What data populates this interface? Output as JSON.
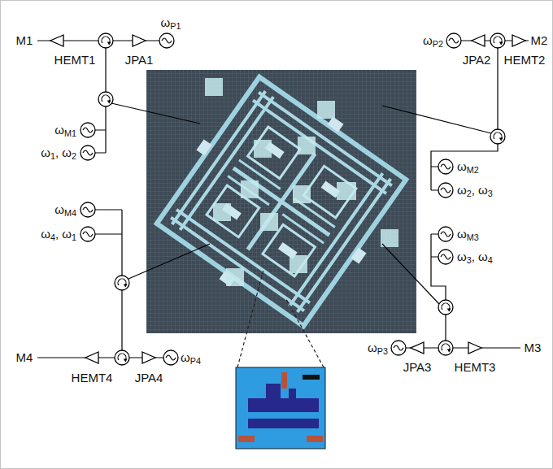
{
  "diagram": {
    "labels": [
      "M1",
      "HEMT1",
      "JPA1",
      "ωP1",
      "ωP2",
      "JPA2",
      "HEMT2",
      "M2",
      "ωM1",
      "ω1, ω2",
      "ωM2",
      "ω2, ω3",
      "ωM4",
      "ω4, ω1",
      "ωM3",
      "ω3, ω4",
      "ωP3",
      "JPA3",
      "HEMT3",
      "M3",
      "M4",
      "HEMT4",
      "JPA4",
      "ωP4"
    ]
  }
}
